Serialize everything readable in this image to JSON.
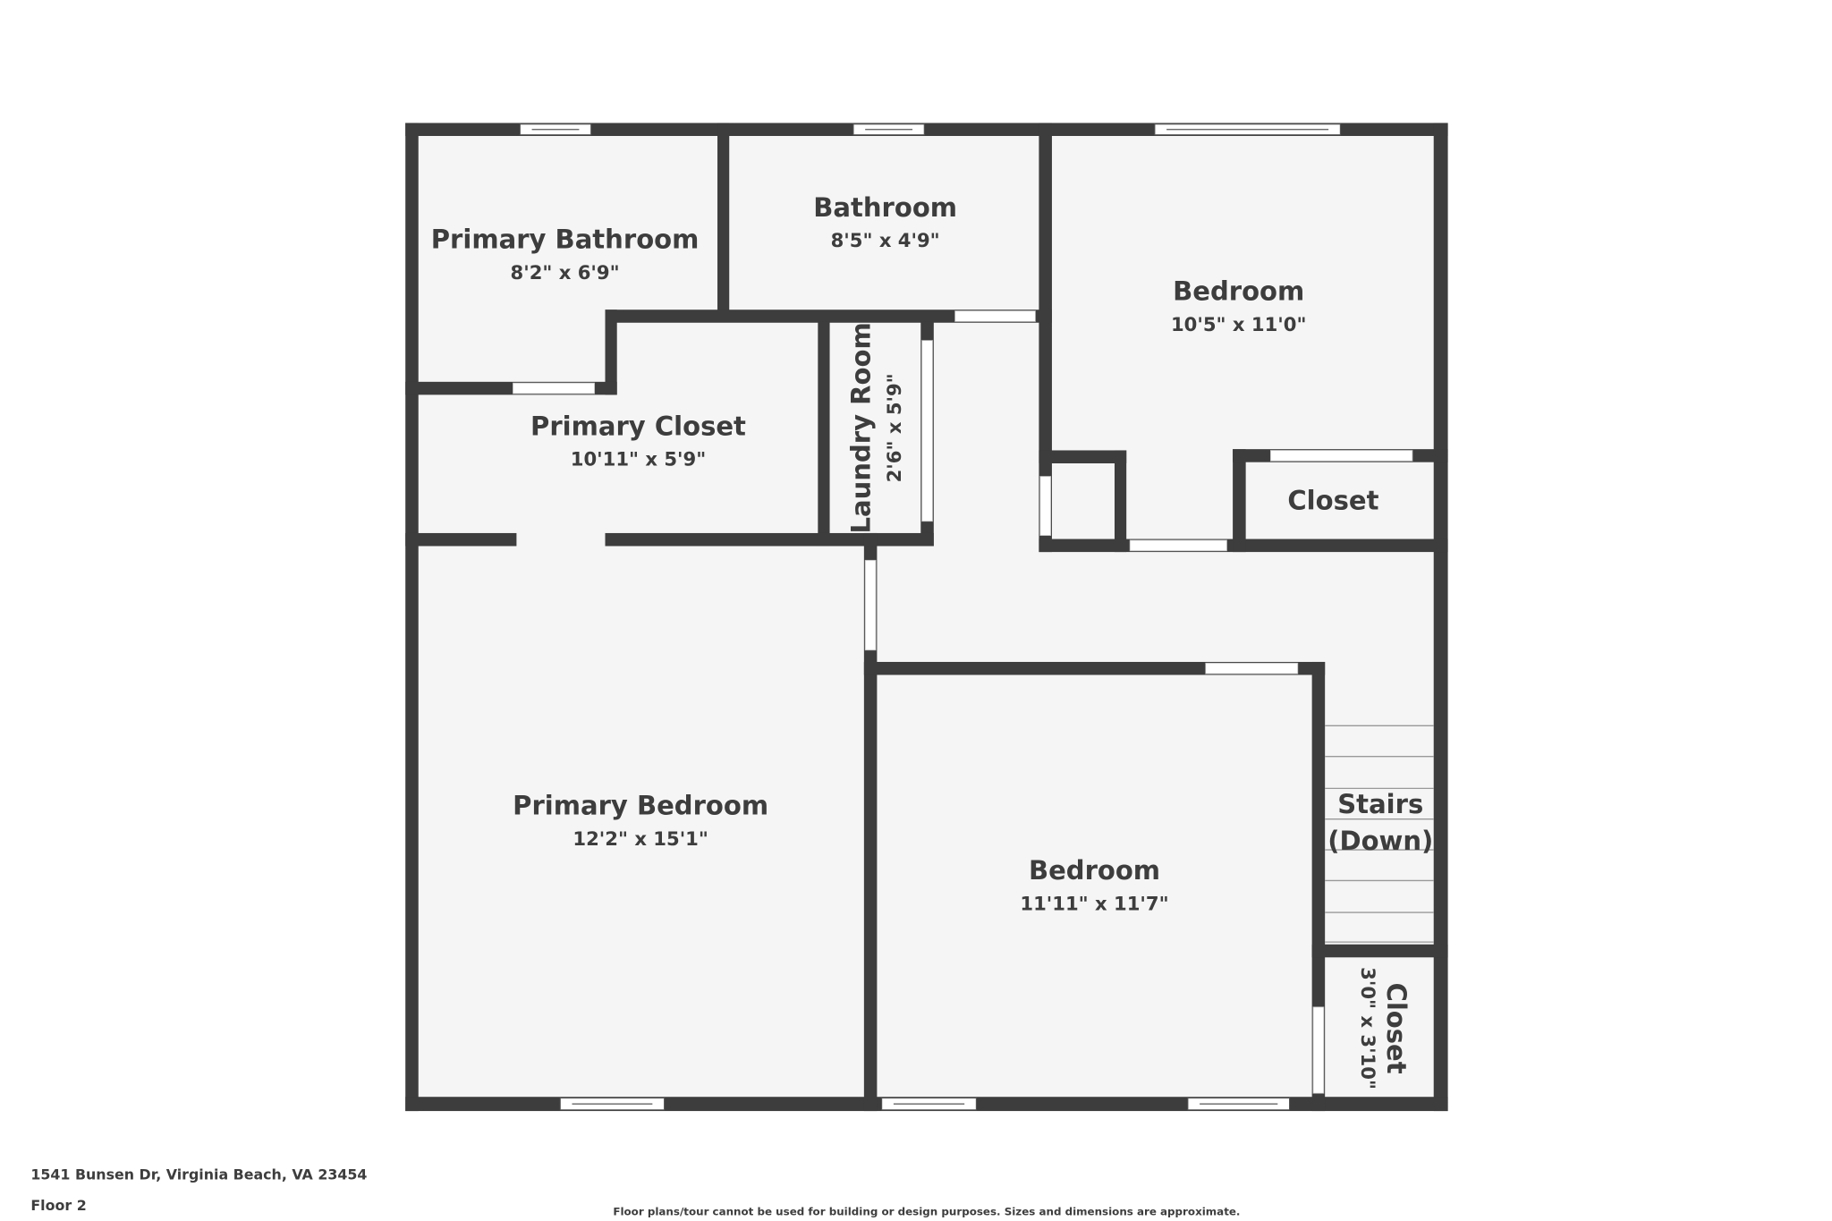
{
  "rooms": {
    "primary_bathroom": {
      "name": "Primary Bathroom",
      "dims": "8'2\" x 6'9\""
    },
    "bathroom": {
      "name": "Bathroom",
      "dims": "8'5\" x 4'9\""
    },
    "bedroom_ne": {
      "name": "Bedroom",
      "dims": "10'5\" x 11'0\""
    },
    "primary_closet": {
      "name": "Primary Closet",
      "dims": "10'11\" x 5'9\""
    },
    "laundry": {
      "name": "Laundry Room",
      "dims": "2'6\" x 5'9\""
    },
    "closet_ne": {
      "name": "Closet"
    },
    "primary_bedroom": {
      "name": "Primary Bedroom",
      "dims": "12'2\" x 15'1\""
    },
    "bedroom_s": {
      "name": "Bedroom",
      "dims": "11'11\" x 11'7\""
    },
    "stairs": {
      "name_line1": "Stairs",
      "name_line2": "(Down)"
    },
    "closet_se": {
      "name": "Closet",
      "dims": "3'0\" x 3'10\""
    }
  },
  "footer": {
    "address": "1541 Bunsen Dr, Virginia Beach, VA 23454",
    "floor": "Floor 2",
    "disclaimer": "Floor plans/tour cannot be used for building or design purposes. Sizes and dimensions are approximate."
  },
  "colors": {
    "wall": "#3d3d3d",
    "floor": "#f5f5f5"
  }
}
